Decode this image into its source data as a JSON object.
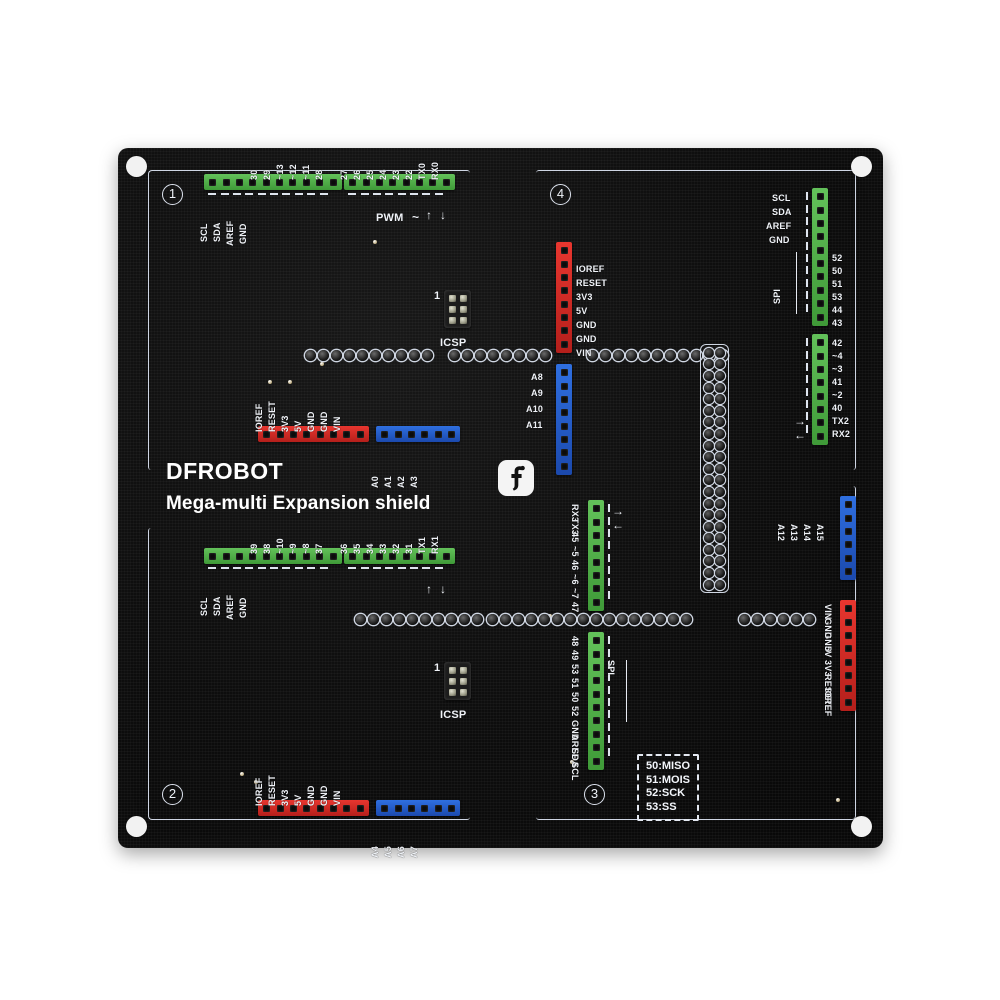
{
  "board": {
    "brand": "DFROBOT",
    "product_name": "Mega-multi Expansion shield",
    "logo_mark": "dfrobot-f-logo",
    "solder_mask_color": "#0d0d0d",
    "silkscreen_color": "#f0f3f8",
    "header_colors": {
      "green": "#4fae46",
      "red": "#d62a26",
      "blue": "#2458bd"
    },
    "quadrant_markers": [
      "1",
      "2",
      "3",
      "4"
    ]
  },
  "markers": {
    "q1": "1",
    "q2": "2",
    "q3": "3",
    "q4": "4"
  },
  "headers": {
    "top_left_green_a": {
      "color": "green",
      "top_labels": [
        "",
        "",
        "",
        "",
        "30",
        "29",
        "~13",
        "~12",
        "~11",
        "28"
      ],
      "bottom_labels": [
        "SCL",
        "SDA",
        "AREF",
        "GND",
        "",
        "",
        "",
        "",
        "",
        ""
      ]
    },
    "top_left_green_b": {
      "color": "green",
      "top_labels": [
        "27",
        "26",
        "25",
        "24",
        "23",
        "22",
        "TX0",
        "RX0"
      ],
      "note_left": "PWM",
      "note_dash": "~",
      "arrow_tx": "↑",
      "arrow_rx": "↓"
    },
    "left_mid_red": {
      "color": "red",
      "labels": [
        "IOREF",
        "RESET",
        "3V3",
        "5V",
        "GND",
        "GND",
        "VIN"
      ]
    },
    "left_mid_blue": {
      "color": "blue",
      "labels": [
        "A0",
        "A1",
        "A2",
        "A3"
      ]
    },
    "bottom_left_green_a": {
      "color": "green",
      "top_labels": [
        "",
        "",
        "",
        "",
        "39",
        "38",
        "~10",
        "~9",
        "~8",
        "37"
      ],
      "bottom_labels": [
        "SCL",
        "SDA",
        "AREF",
        "GND",
        "",
        "",
        "",
        "",
        "",
        ""
      ]
    },
    "bottom_left_green_b": {
      "color": "green",
      "top_labels": [
        "36",
        "35",
        "34",
        "33",
        "32",
        "31",
        "TX1",
        "RX1"
      ],
      "arrow_tx": "↑",
      "arrow_rx": "↓"
    },
    "bottom_left_red": {
      "color": "red",
      "labels": [
        "IOREF",
        "RESET",
        "3V3",
        "5V",
        "GND",
        "GND",
        "VIN"
      ]
    },
    "bottom_left_blue": {
      "color": "blue",
      "labels": [
        "A4",
        "A5",
        "A6",
        "A7"
      ]
    },
    "center_red_vertical": {
      "color": "red",
      "labels": [
        "IOREF",
        "RESET",
        "3V3",
        "5V",
        "GND",
        "GND",
        "VIN"
      ]
    },
    "center_blue_vertical": {
      "color": "blue",
      "labels": [
        "A8",
        "A9",
        "A10",
        "A11"
      ]
    },
    "right_green_upper": {
      "color": "green",
      "left_labels": [
        "SCL",
        "SDA",
        "AREF",
        "GND"
      ],
      "spi_label": "SPI",
      "right_labels": [
        "52",
        "50",
        "51",
        "53",
        "44",
        "43"
      ]
    },
    "right_green_lower": {
      "color": "green",
      "right_labels": [
        "42",
        "~4",
        "~3",
        "41",
        "~2",
        "40",
        "TX2",
        "RX2"
      ],
      "arrow_tx": "→",
      "arrow_rx": "←"
    },
    "right_blue_vertical": {
      "color": "blue",
      "labels": [
        "A15",
        "A14",
        "A13",
        "A12"
      ]
    },
    "right_red_vertical": {
      "color": "red",
      "labels": [
        "VIN",
        "GND",
        "GND",
        "5V",
        "3V3",
        "RESET",
        "IOREF"
      ]
    },
    "bottom_green_upper": {
      "color": "green",
      "left_labels": [
        "RX3",
        "TX3",
        "45",
        "~5",
        "46",
        "~6",
        "~7",
        "47"
      ],
      "arrow_tx": "→",
      "arrow_rx": "←"
    },
    "bottom_green_lower": {
      "color": "green",
      "left_labels": [
        "48",
        "49",
        "53",
        "51",
        "50",
        "52",
        "GND",
        "AREF",
        "SDA",
        "SCL"
      ],
      "spi_label": "SPI"
    }
  },
  "icsp": {
    "label": "ICSP",
    "pin1_marker": "1"
  },
  "spi_legend": {
    "lines": [
      "50:MISO",
      "51:MOIS",
      "52:SCK",
      "53:SS"
    ]
  }
}
